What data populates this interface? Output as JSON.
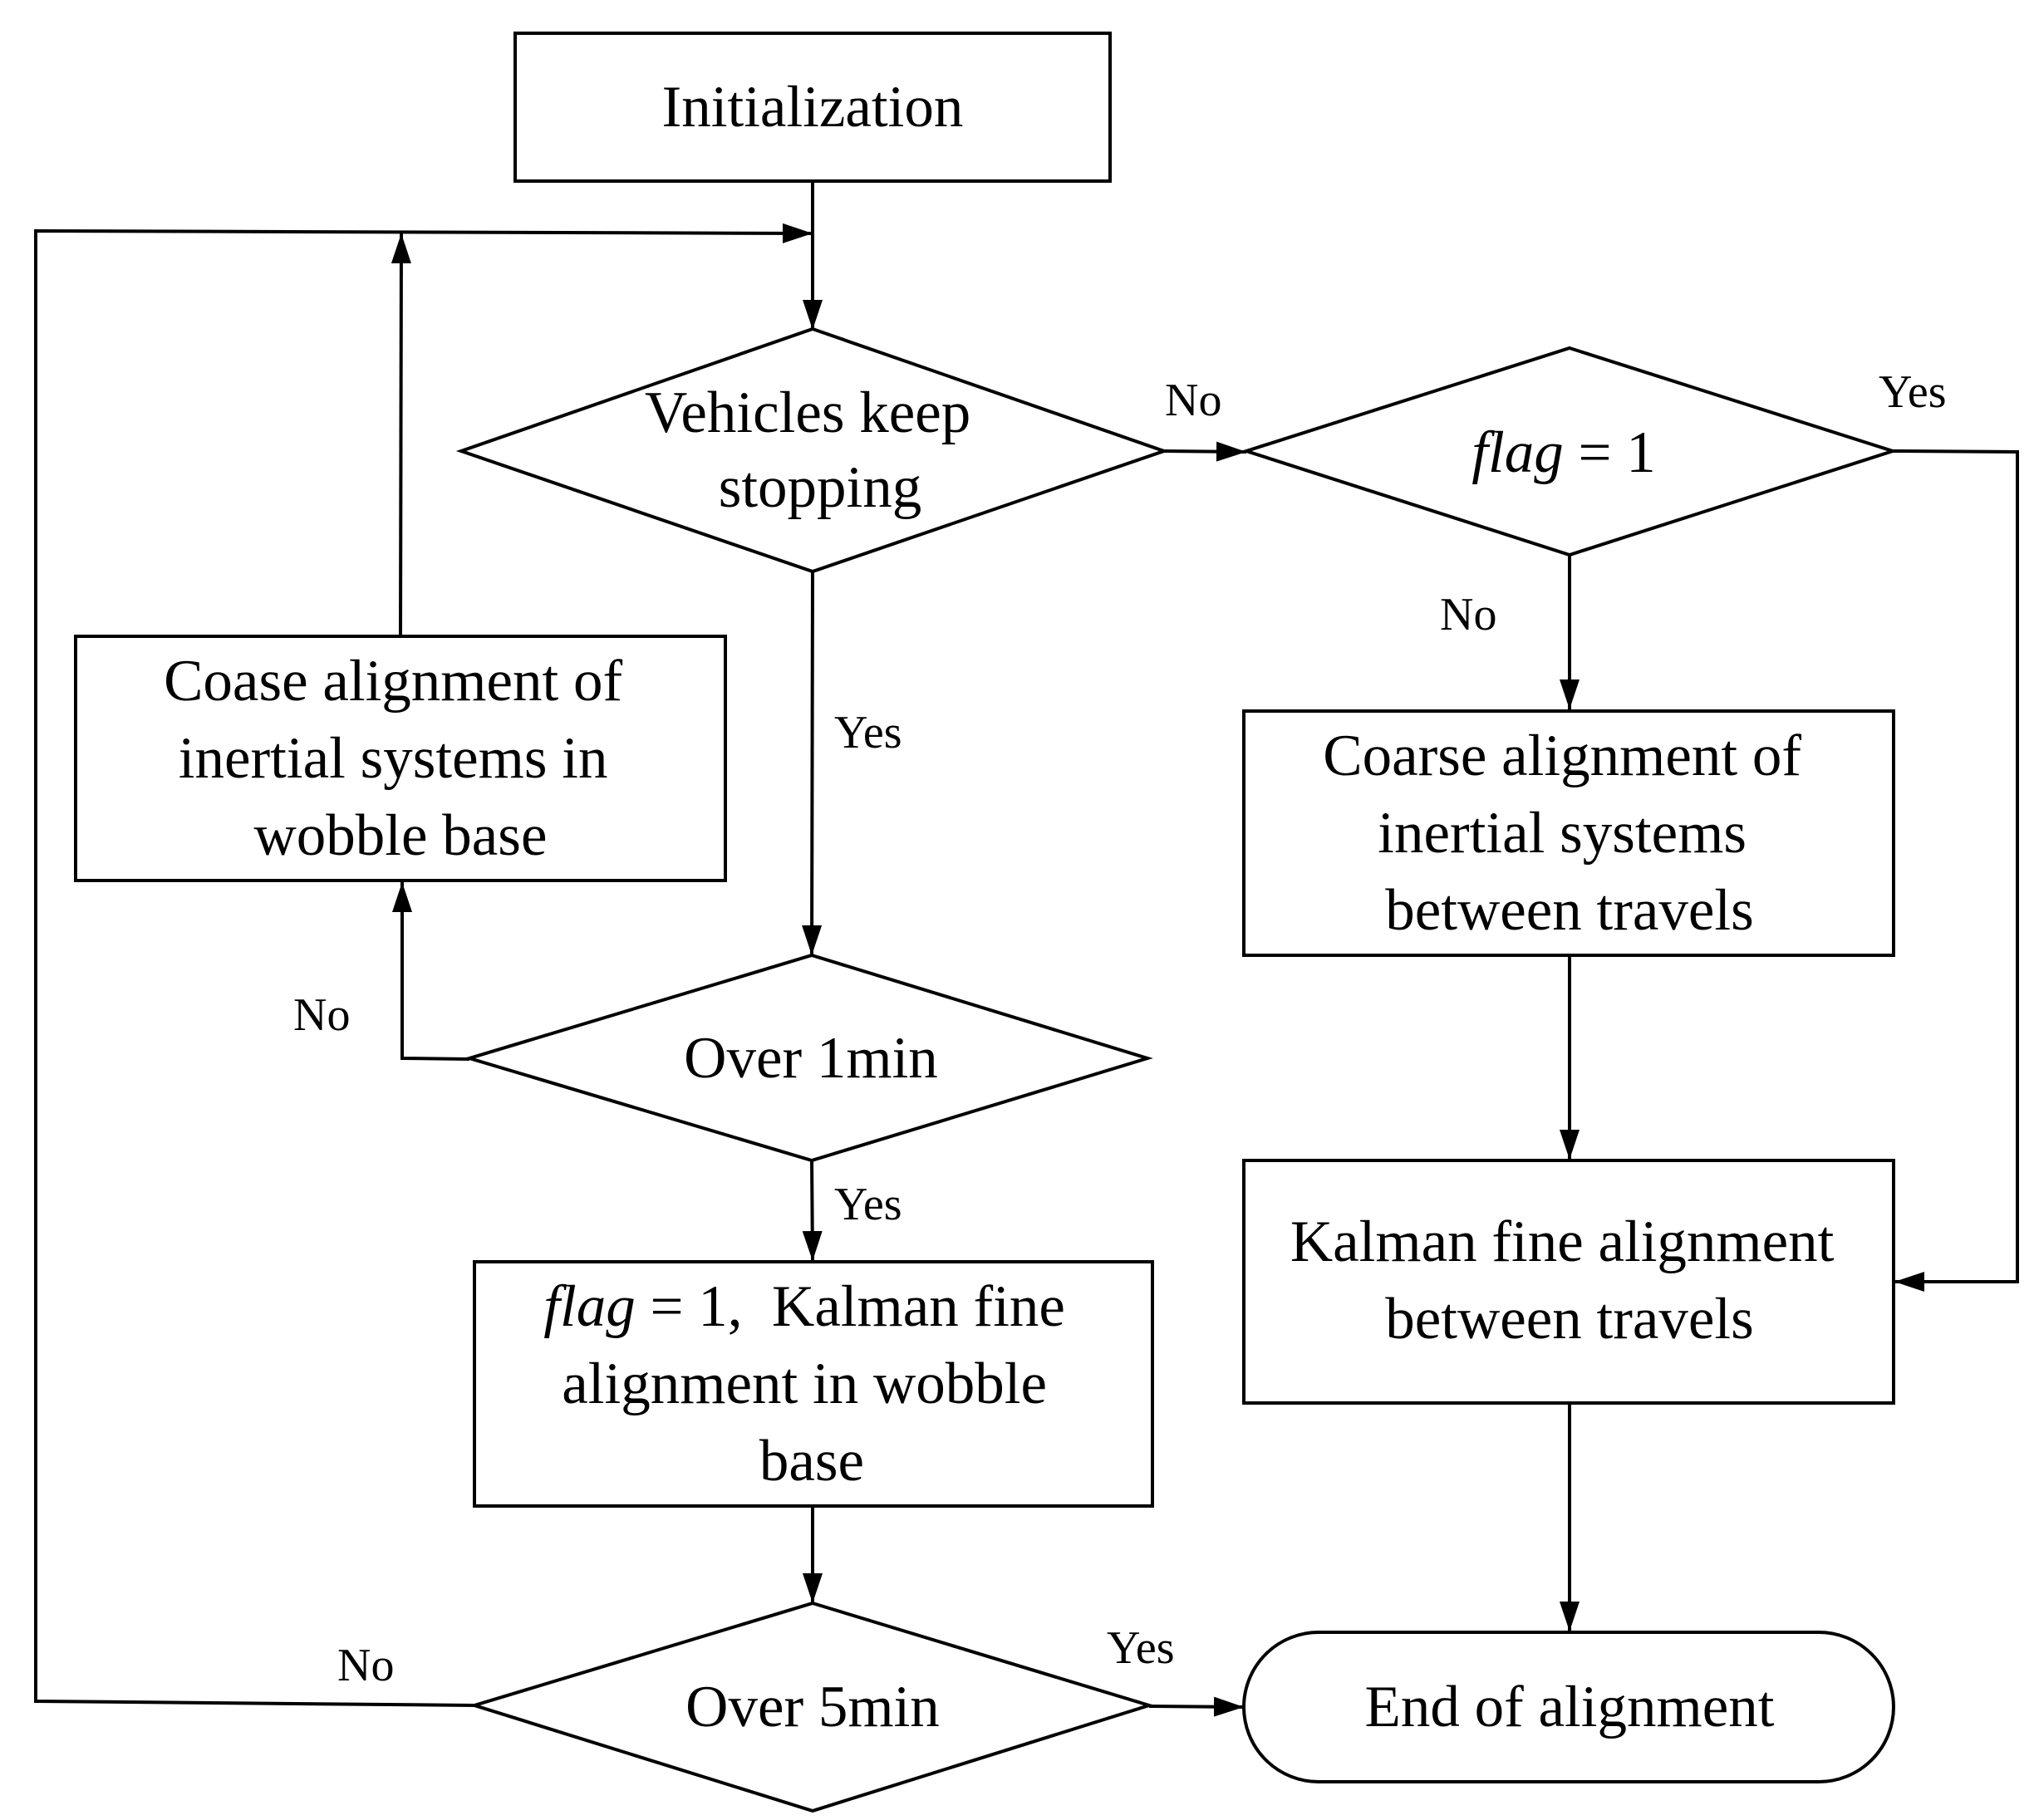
{
  "nodes": {
    "init": {
      "lines": [
        "Initialization"
      ]
    },
    "vehicles_stop": {
      "lines": [
        "Vehicles keep",
        "stopping"
      ]
    },
    "flag_check": {
      "italic": "flag",
      "rest": " = 1"
    },
    "coase_wobble": {
      "lines": [
        "Coase alignment of",
        "inertial systems in",
        "wobble base"
      ]
    },
    "coarse_travel": {
      "lines": [
        "Coarse alignment of",
        "inertial systems",
        "between travels"
      ]
    },
    "over_1min": {
      "lines": [
        "Over 1min"
      ]
    },
    "kalman_wobble": {
      "italic": "flag",
      "rest": " = 1,  Kalman fine",
      "lines": [
        "alignment in wobble",
        "base"
      ]
    },
    "kalman_travel": {
      "lines": [
        "Kalman fine alignment",
        "between travels"
      ]
    },
    "over_5min": {
      "lines": [
        "Over 5min"
      ]
    },
    "end": {
      "lines": [
        "End of alignment"
      ]
    }
  },
  "edge_labels": {
    "vehicles_no": "No",
    "vehicles_yes": "Yes",
    "flag_yes": "Yes",
    "flag_no": "No",
    "over1_no": "No",
    "over1_yes": "Yes",
    "over5_no": "No",
    "over5_yes": "Yes"
  }
}
